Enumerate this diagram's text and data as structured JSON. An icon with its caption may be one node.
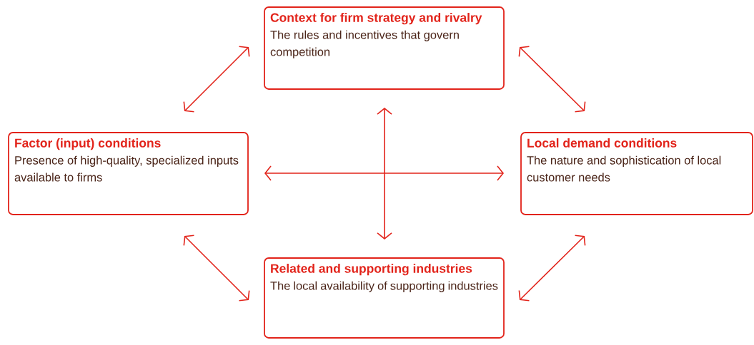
{
  "diagram": {
    "nodes": [
      {
        "text": [
          "Context for firm strategy and rivalry",
          "The rules and incentives that govern competition"
        ]
      },
      {
        "text": [
          "Factor (input) conditions",
          "Presence of high-quality, specialized inputs available to firms"
        ]
      },
      {
        "text": [
          "Local demand conditions",
          "The nature and sophistication of local customer needs"
        ]
      },
      {
        "text": [
          "Related and supporting industries",
          "The local availability of supporting industries"
        ]
      }
    ],
    "edges": [
      {
        "from": 0,
        "to": 1,
        "arrow": "both"
      },
      {
        "from": 0,
        "to": 2,
        "arrow": "both"
      },
      {
        "from": 1,
        "to": 3,
        "arrow": "both"
      },
      {
        "from": 2,
        "to": 3,
        "arrow": "both"
      },
      {
        "from": 1,
        "to": 2,
        "arrow": "both"
      },
      {
        "from": 0,
        "to": 3,
        "arrow": "both"
      }
    ]
  }
}
